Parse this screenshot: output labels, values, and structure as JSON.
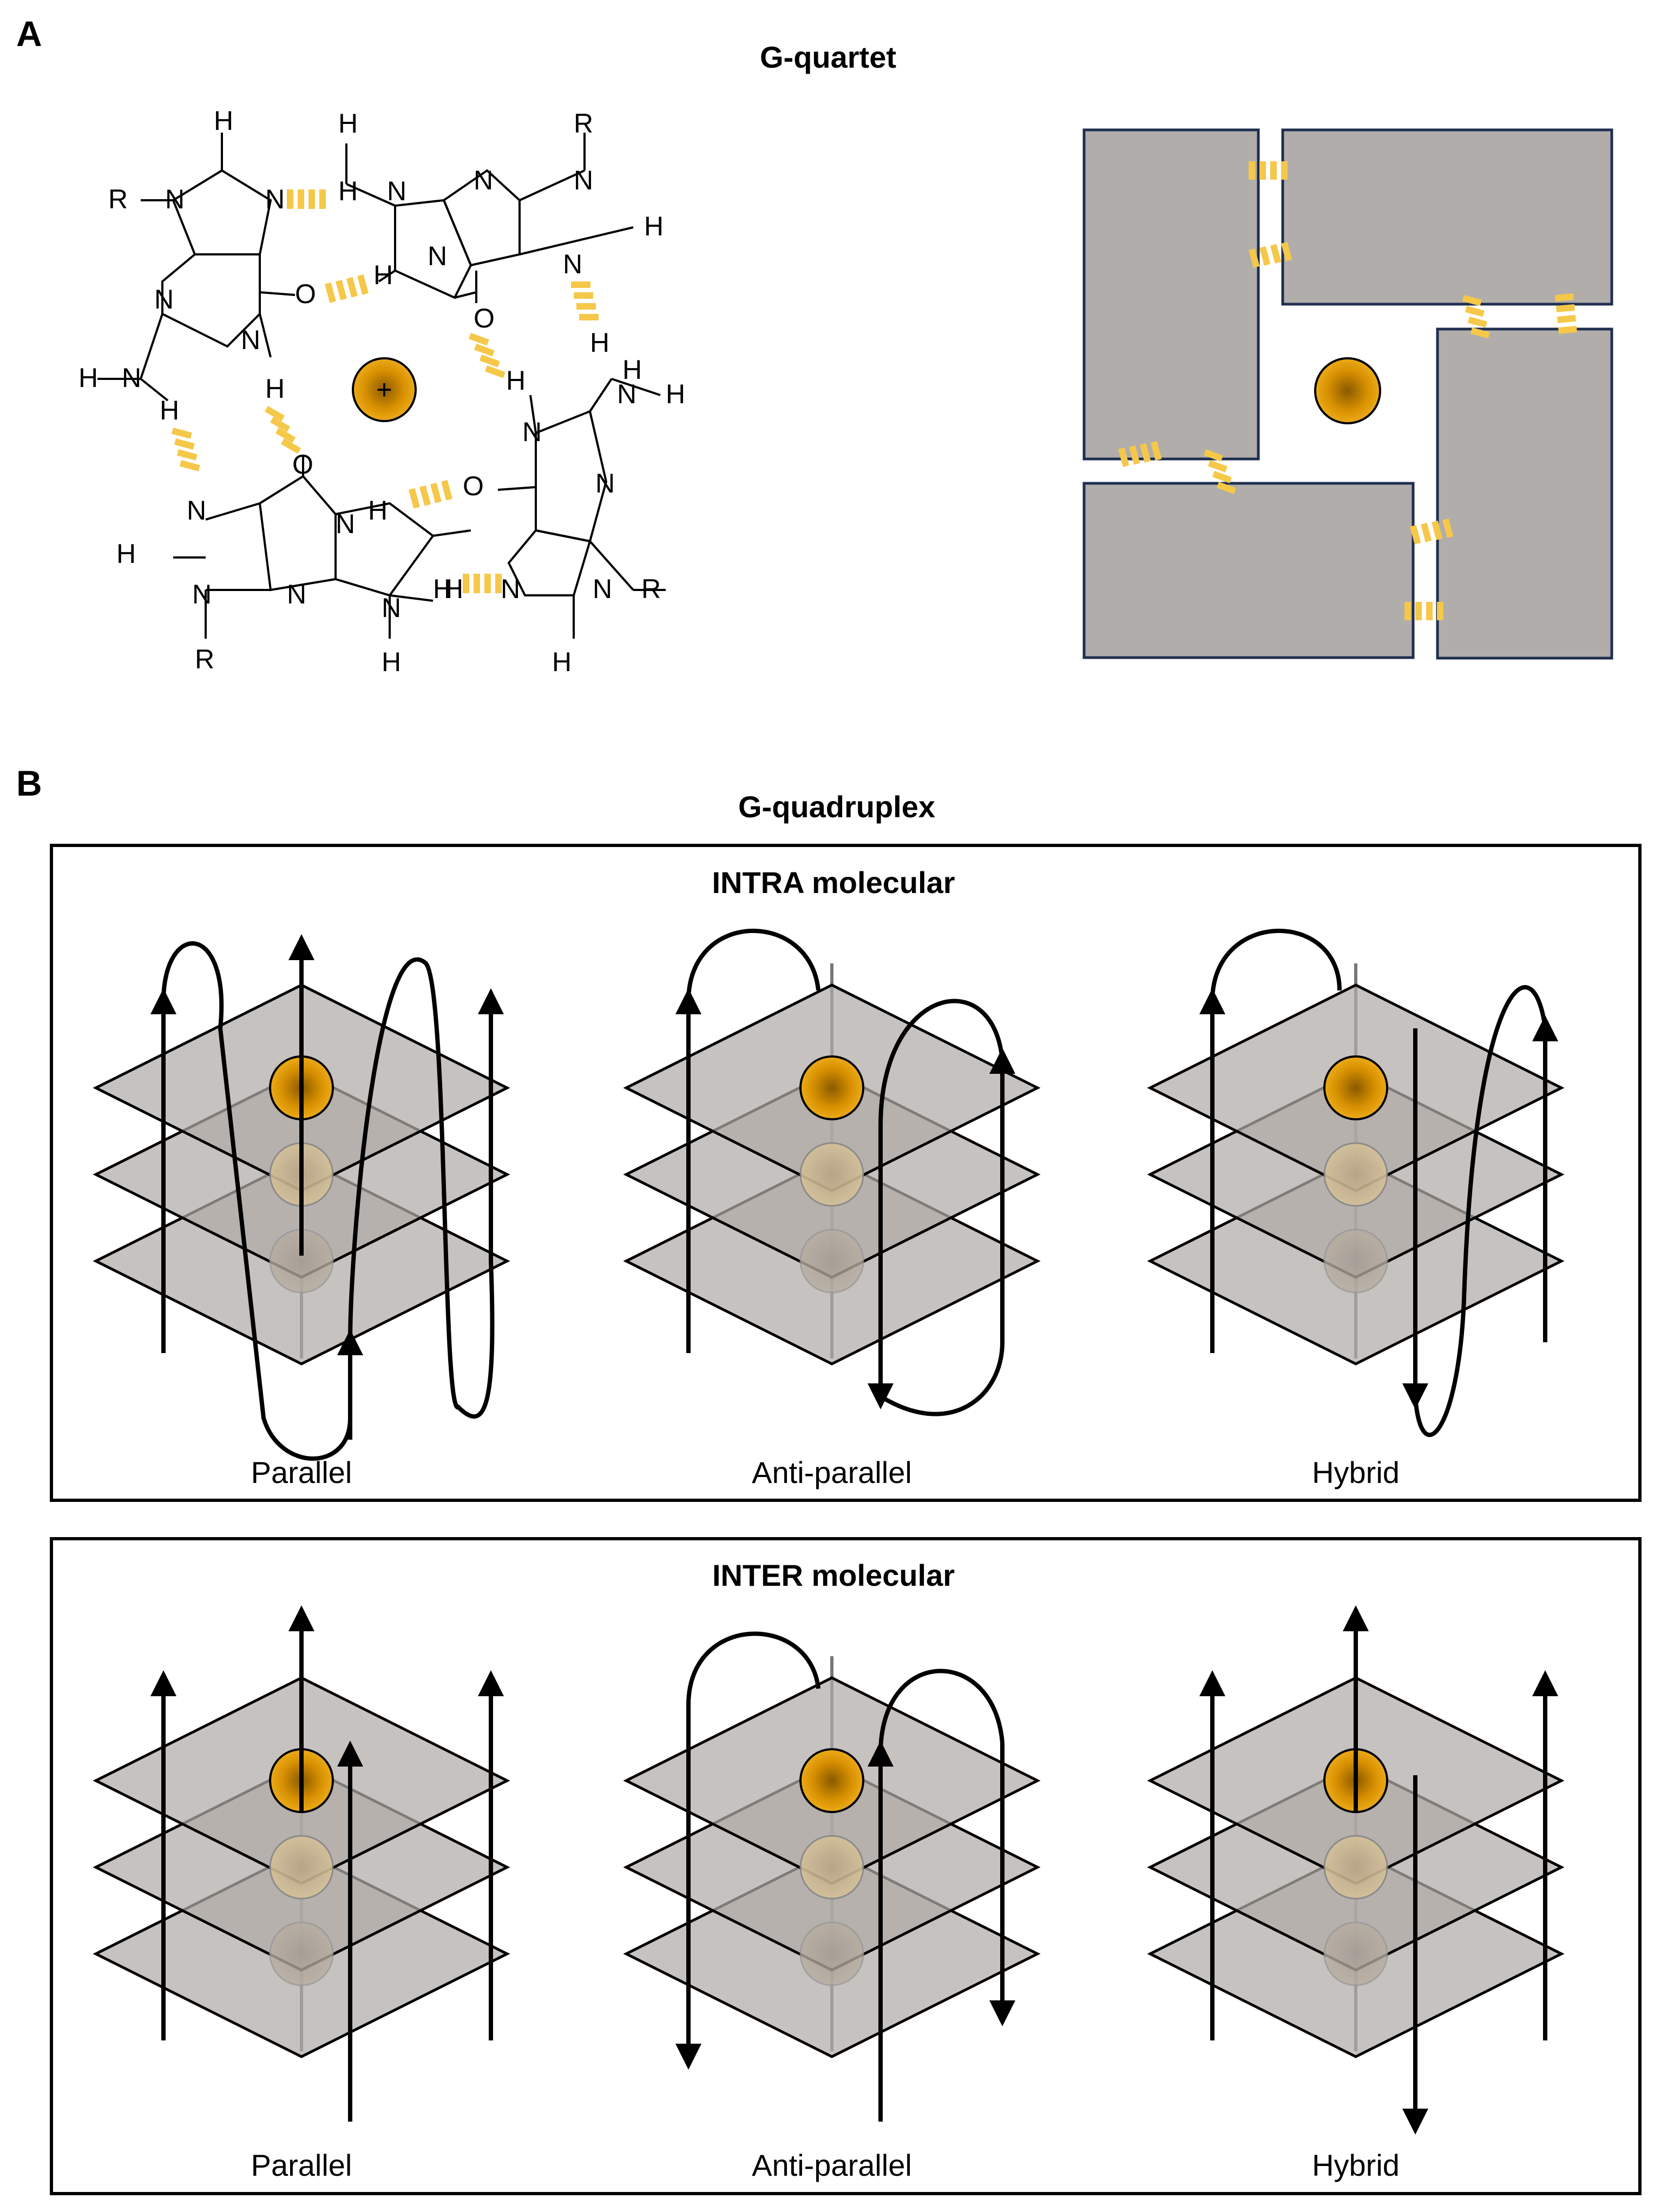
{
  "panel_a": {
    "letter": "A",
    "title": "G-quartet",
    "atoms": {
      "n": "N",
      "h": "H",
      "o": "O",
      "r": "R",
      "plus": "+"
    }
  },
  "panel_b": {
    "letter": "B",
    "title": "G-quadruplex",
    "intra": {
      "title": "INTRA molecular",
      "labels": [
        "Parallel",
        "Anti-parallel",
        "Hybrid"
      ]
    },
    "inter": {
      "title": "INTER molecular",
      "labels": [
        "Parallel",
        "Anti-parallel",
        "Hybrid"
      ]
    }
  },
  "colors": {
    "plane_fill": "#b0aaa6",
    "block_fill": "#b1adab",
    "block_stroke": "#1f2f4f",
    "hbond": "#f5c84a",
    "cation_center": "#8a5a00",
    "cation_edge": "#f0a800"
  }
}
